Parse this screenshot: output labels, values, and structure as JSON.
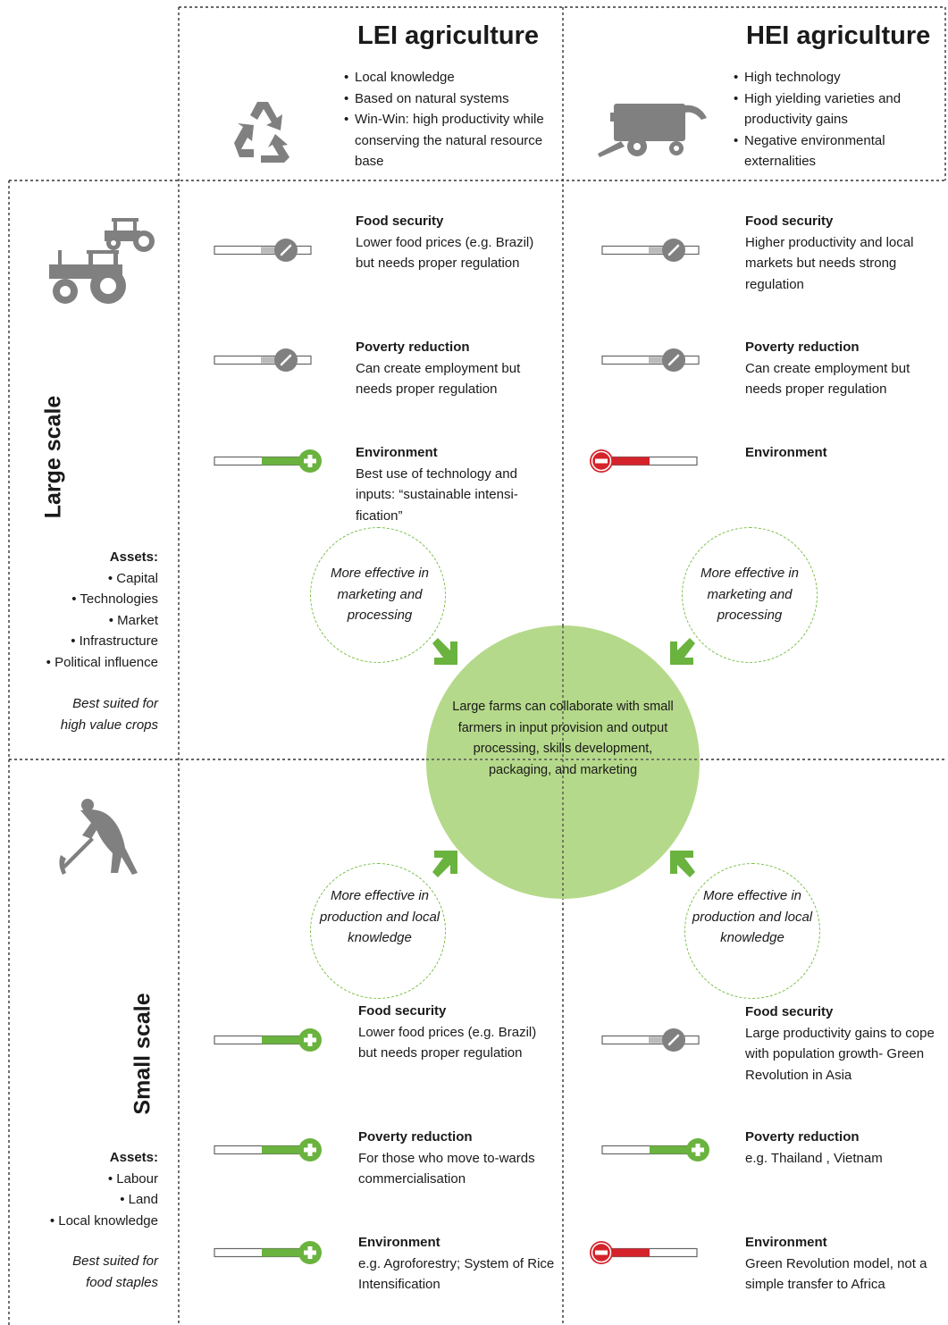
{
  "columns": {
    "lei": {
      "heading": "LEI agriculture",
      "bullets": [
        "Local knowledge",
        "Based on natural systems",
        "Win-Win: high productivity while conserving the natural resource base"
      ],
      "icon": "recycle-icon"
    },
    "hei": {
      "heading": "HEI agriculture",
      "bullets": [
        "High technology",
        "High yielding varieties and productivity gains",
        "Negative environmental externalities"
      ],
      "icon": "combine-harvester-icon"
    }
  },
  "rows": {
    "large": {
      "label": "Large scale",
      "icon": "tractor-icon",
      "assets_title": "Assets:",
      "assets": [
        "• Capital",
        "• Technologies",
        "• Market",
        "• Infrastructure",
        "• Political influence"
      ],
      "best_suited": [
        "Best suited for",
        "high value crops"
      ]
    },
    "small": {
      "label": "Small scale",
      "icon": "farmer-hoe-icon",
      "assets_title": "Assets:",
      "assets": [
        "• Labour",
        "• Land",
        "• Local knowledge"
      ],
      "best_suited": [
        "Best suited for",
        "food staples"
      ]
    }
  },
  "cells": {
    "lei_large": [
      {
        "title": "Food security",
        "text": "Lower food prices (e.g. Brazil) but needs proper regulation",
        "rating": "neutral"
      },
      {
        "title": "Poverty reduction",
        "text": "Can create employment but needs proper regulation",
        "rating": "neutral"
      },
      {
        "title": "Environment",
        "text": "Best use of technology and inputs: “sustainable intensi-fication”",
        "rating": "positive"
      }
    ],
    "hei_large": [
      {
        "title": "Food security",
        "text": "Higher productivity and local markets but needs strong regulation",
        "rating": "neutral"
      },
      {
        "title": "Poverty reduction",
        "text": "Can create employment but needs proper regulation",
        "rating": "neutral"
      },
      {
        "title": "Environment",
        "text": "",
        "rating": "negative"
      }
    ],
    "lei_small": [
      {
        "title": "Food security",
        "text": "Lower food prices (e.g. Brazil) but needs proper regulation",
        "rating": "positive"
      },
      {
        "title": "Poverty reduction",
        "text": "For those who move to-wards commercialisation",
        "rating": "positive"
      },
      {
        "title": "Environment",
        "text": "e.g. Agroforestry; System of Rice Intensification",
        "rating": "positive"
      }
    ],
    "hei_small": [
      {
        "title": "Food security",
        "text": "Large productivity gains to cope with population growth- Green Revolution in Asia",
        "rating": "neutral"
      },
      {
        "title": "Poverty reduction",
        "text": "e.g. Thailand , Vietnam",
        "rating": "positive"
      },
      {
        "title": "Environment",
        "text": "Green Revolution model, not a simple transfer to Africa",
        "rating": "negative"
      }
    ]
  },
  "bubbles": {
    "large_left": "More effective in marketing and processing",
    "large_right": "More effective in marketing and processing",
    "small_left": "More effective in production and local knowledge",
    "small_right": "More effective in production and local knowledge"
  },
  "center": {
    "text": "Large farms can collaborate with small farmers in input provision and output processing, skills development, packaging, and marketing"
  },
  "colors": {
    "positive": "#6ab33e",
    "negative": "#d5232b",
    "neutral": "#808080",
    "circle": "#b5d98a",
    "icon_gray": "#808080"
  }
}
